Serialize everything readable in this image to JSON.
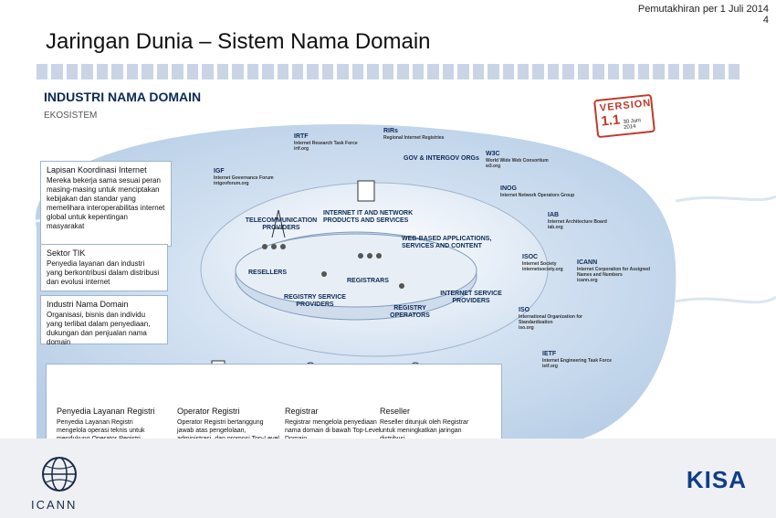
{
  "header": {
    "update_note": "Pemutakhiran per 1 Juli 2014",
    "page_number": "4",
    "slide_title": "Jaringan Dunia – Sistem Nama Domain"
  },
  "diagram": {
    "title": "INDUSTRI NAMA DOMAIN",
    "subtitle": "EKOSISTEM",
    "stamp": {
      "word": "VERSION",
      "number": "1.1",
      "date": "30 Juni 2014"
    },
    "panels": [
      {
        "title": "Lapisan Koordinasi Internet",
        "text": "Mereka bekerja sama sesuai peran masing-masing untuk menciptakan kebijakan dan standar yang memelihara interoperabilitas internet global untuk kepentingan masyarakat"
      },
      {
        "title": "Sektor TIK",
        "text": "Penyedia layanan dan industri yang berkontribusi dalam distribusi dan evolusi internet"
      },
      {
        "title": "Industri Nama Domain",
        "text": "Organisasi, bisnis dan individu yang terlibat dalam penyediaan, dukungan dan penjualan nama domain"
      }
    ],
    "orgs": [
      {
        "name": "IRTF",
        "desc": "Internet Research Task Force",
        "site": "irtf.org"
      },
      {
        "name": "RIRs",
        "desc": "Regional Internet Registries"
      },
      {
        "name": "IGF",
        "desc": "Internet Governance Forum",
        "site": "intgovforum.org"
      },
      {
        "name": "GOV & INTERGOV ORGs"
      },
      {
        "name": "W3C",
        "desc": "World Wide Web Consortium",
        "site": "w3.org"
      },
      {
        "name": "INOG",
        "desc": "Internet Network Operators Group"
      },
      {
        "name": "IAB",
        "desc": "Internet Architecture Board",
        "site": "iab.org"
      },
      {
        "name": "ISOC",
        "desc": "Internet Society",
        "site": "internetsociety.org"
      },
      {
        "name": "ICANN",
        "desc": "Internet Corporation for Assigned Names and Numbers",
        "site": "icann.org"
      },
      {
        "name": "ISO",
        "desc": "International Organization for Standardization",
        "site": "iso.org"
      },
      {
        "name": "IETF",
        "desc": "Internet Engineering Task Force",
        "site": "ietf.org"
      }
    ],
    "sectors": {
      "telecom": "TELECOMMUNICATION PROVIDERS",
      "internet_it": "INTERNET IT AND NETWORK PRODUCTS AND SERVICES",
      "web_apps": "WEB-BASED APPLICATIONS, SERVICES AND CONTENT",
      "isp": "INTERNET SERVICE PROVIDERS",
      "resellers": "RESELLERS",
      "registrars": "REGISTRARS",
      "rsp": "REGISTRY SERVICE PROVIDERS",
      "ro": "REGISTRY OPERATORS"
    },
    "roles": [
      {
        "title": "Penyedia Layanan Registri",
        "text": "Penyedia Layanan Registri mengelola operasi teknis untuk mendukung Operator Registri"
      },
      {
        "title": "Operator Registri",
        "text": "Operator Registri bertanggung jawab atas pengelolaan, administrasi, dan promosi Top-Level Domain"
      },
      {
        "title": "Registrar",
        "text": "Registrar mengelola penyediaan nama domain di bawah Top-Level Domain"
      },
      {
        "title": "Reseller",
        "text": "Reseller ditunjuk oleh Registrar untuk meningkatkan jaringan distribusi"
      }
    ]
  },
  "footer": {
    "left_logo": "ICANN",
    "right_logo": "KISA"
  },
  "colors": {
    "title_bar": "#c9d5e6",
    "navy": "#0d2a55",
    "stamp": "#c0392b",
    "kisa": "#0f3d8a"
  }
}
